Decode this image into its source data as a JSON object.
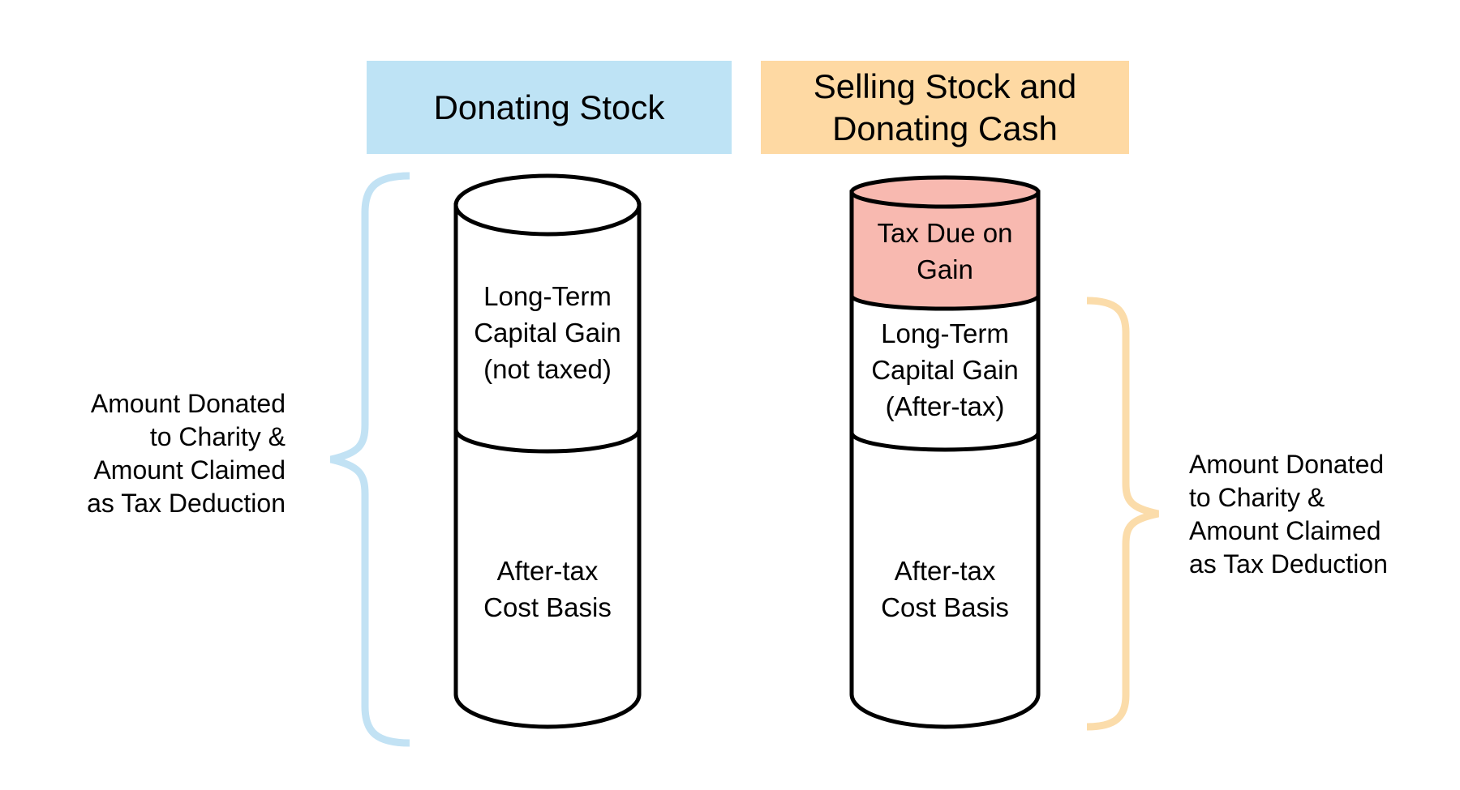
{
  "colors": {
    "background": "#ffffff",
    "header_blue": "#bee3f5",
    "header_orange": "#fed9a3",
    "tax_pink": "#f8b9b0",
    "cylinder_fill": "#ffffff",
    "outline": "#000000",
    "brace_blue": "#c2e2f4",
    "brace_orange": "#fbdcaa",
    "text": "#000000"
  },
  "headers": {
    "left": "Donating Stock",
    "right": "Selling Stock and\nDonating Cash"
  },
  "left_column": {
    "title": "Donating Stock",
    "sections": [
      {
        "label": "Long-Term\nCapital Gain\n(not taxed)"
      },
      {
        "label": "After-tax\nCost Basis"
      }
    ],
    "brace_label": "Amount Donated\nto Charity &\nAmount Claimed\nas Tax Deduction"
  },
  "right_column": {
    "title": "Selling Stock and Donating Cash",
    "sections": [
      {
        "label": "Tax Due on\nGain"
      },
      {
        "label": "Long-Term\nCapital Gain\n(After-tax)"
      },
      {
        "label": "After-tax\nCost Basis"
      }
    ],
    "brace_label": "Amount Donated\nto Charity &\nAmount Claimed\nas Tax Deduction"
  }
}
